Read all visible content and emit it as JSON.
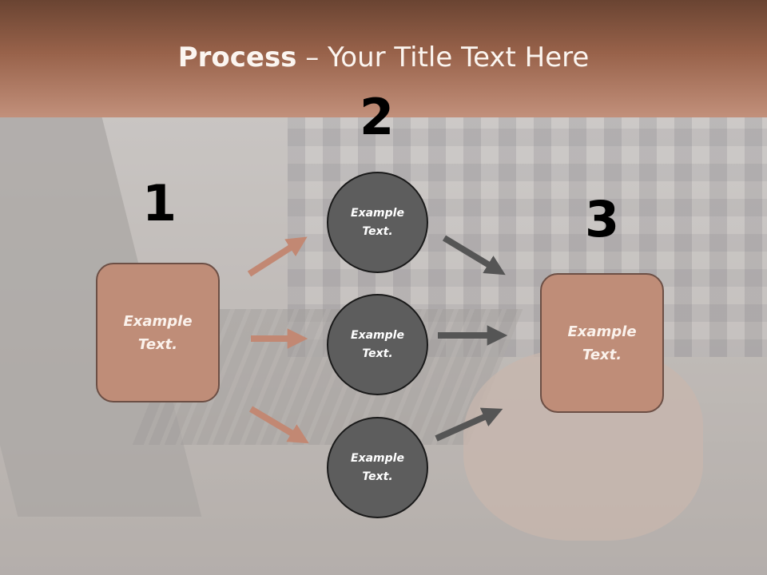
{
  "title": {
    "bold": "Process",
    "rest": " – Your Title Text Here"
  },
  "step_numbers": [
    "1",
    "2",
    "3"
  ],
  "left_box": {
    "line1": "Example",
    "line2": "Text."
  },
  "circles": [
    {
      "line1": "Example",
      "line2": "Text."
    },
    {
      "line1": "Example",
      "line2": "Text."
    },
    {
      "line1": "Example",
      "line2": "Text."
    }
  ],
  "right_box": {
    "line1": "Example",
    "line2": "Text."
  },
  "colors": {
    "header": "#98624a",
    "box_fill": "#bf8d78",
    "circle_fill": "#5d5d5d",
    "arrow_left": "#c28873",
    "arrow_right": "#555555"
  }
}
